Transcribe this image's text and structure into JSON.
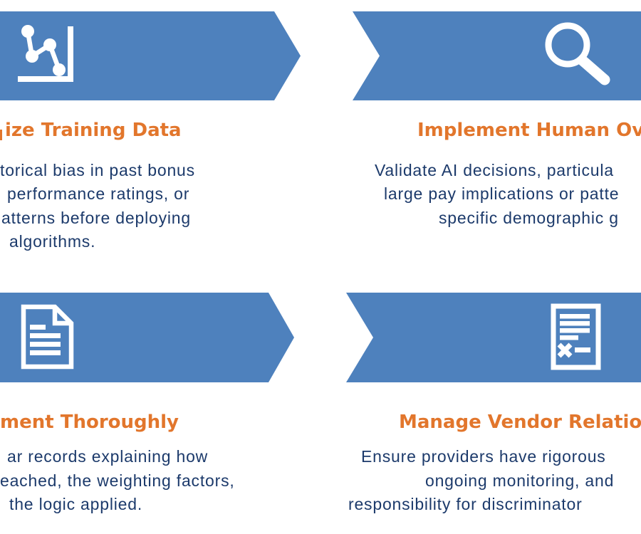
{
  "colors": {
    "banner_blue": "#4E81BD",
    "heading_orange": "#E2762C",
    "body_navy": "#1C3A6B",
    "icon_white": "#FFFFFF"
  },
  "cards": [
    {
      "id": "training-data",
      "icon": "line-chart-icon",
      "heading": "ize Training Data",
      "body_lines": [
        "torical bias in past bonus",
        "performance ratings, or",
        "atterns before deploying",
        "algorithms."
      ]
    },
    {
      "id": "human-oversight",
      "icon": "magnifying-glass-icon",
      "heading": "Implement Human Ov",
      "body_lines": [
        "Validate AI decisions, particula",
        "large pay implications or patte",
        "specific demographic g"
      ]
    },
    {
      "id": "document-thoroughly",
      "icon": "document-icon",
      "heading": "ment Thoroughly",
      "body_lines": [
        "ar records explaining how",
        "eached, the weighting factors,",
        "the logic applied."
      ]
    },
    {
      "id": "vendor-relationships",
      "icon": "form-x-icon",
      "heading": "Manage Vendor Relatio",
      "body_lines": [
        "Ensure providers have rigorous",
        "ongoing monitoring, and",
        "responsibility for discriminator"
      ]
    }
  ]
}
